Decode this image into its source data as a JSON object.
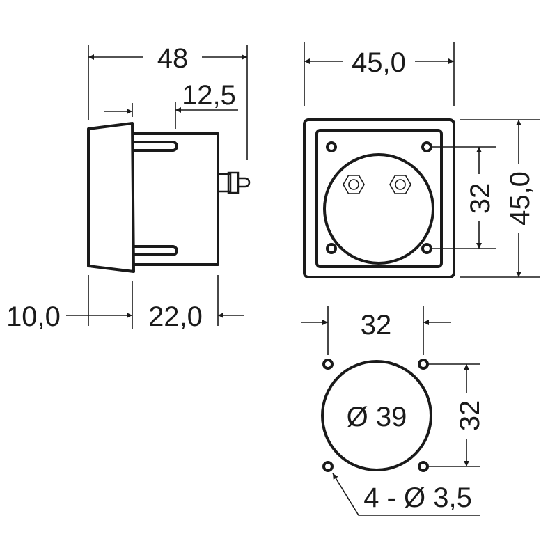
{
  "side_view": {
    "dim_overall_depth": "48",
    "dim_rear": "12,5",
    "dim_bezel": "10,0",
    "dim_body": "22,0"
  },
  "front_view": {
    "dim_width": "45,0",
    "dim_height": "45,0",
    "dim_hole_spacing": "32"
  },
  "panel_cutout": {
    "dim_hole_spacing_h": "32",
    "dim_hole_spacing_v": "32",
    "dim_cutout_diameter": "Ø 39",
    "dim_mounting_holes": "4 - Ø 3,5"
  }
}
